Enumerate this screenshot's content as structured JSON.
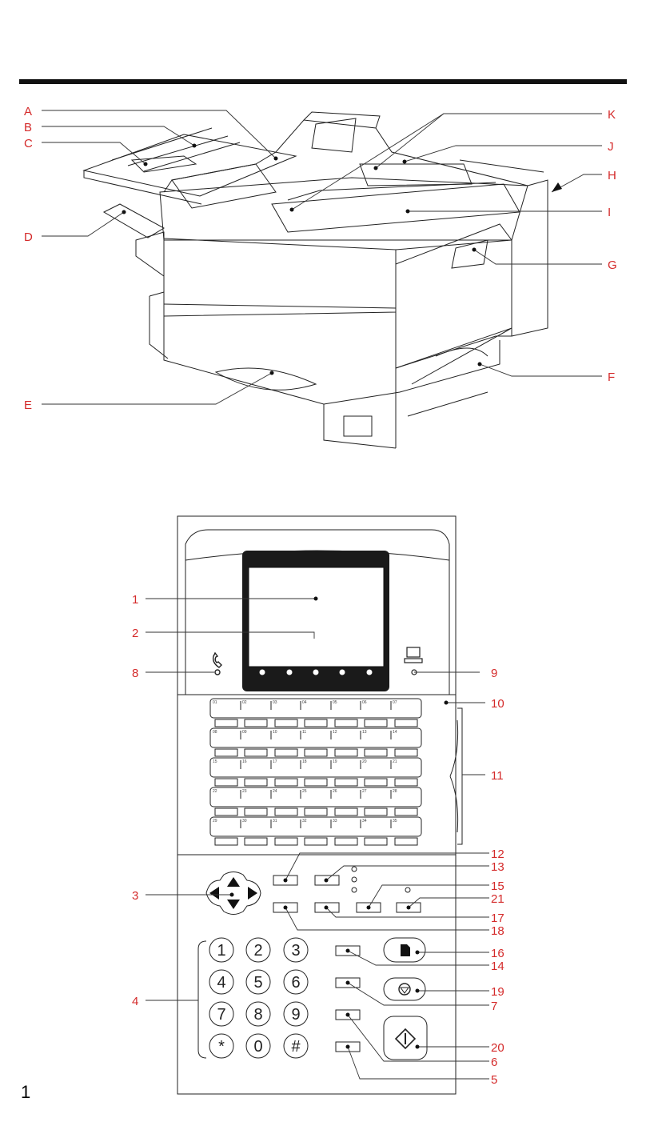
{
  "page_number": "1",
  "colors": {
    "callout": "#d42a2a",
    "ink": "#222222",
    "display": "#1a1a1a"
  },
  "printer_labels": {
    "A": "A",
    "B": "B",
    "C": "C",
    "D": "D",
    "E": "E",
    "F": "F",
    "G": "G",
    "H": "H",
    "I": "I",
    "J": "J",
    "K": "K"
  },
  "panel_labels": {
    "n1": "1",
    "n2": "2",
    "n3": "3",
    "n4": "4",
    "n5": "5",
    "n6": "6",
    "n7": "7",
    "n8": "8",
    "n9": "9",
    "n10": "10",
    "n11": "11",
    "n12": "12",
    "n13": "13",
    "n14": "14",
    "n15": "15",
    "n16": "16",
    "n17": "17",
    "n18": "18",
    "n19": "19",
    "n20": "20",
    "n21": "21"
  },
  "memory_numbers": [
    "01",
    "02",
    "03",
    "04",
    "05",
    "06",
    "07",
    "08",
    "09",
    "10",
    "11",
    "12",
    "13",
    "14",
    "15",
    "16",
    "17",
    "18",
    "19",
    "20",
    "21",
    "22",
    "23",
    "24",
    "25",
    "26",
    "27",
    "28",
    "29",
    "30",
    "31",
    "32",
    "33",
    "34",
    "35"
  ],
  "keypad": [
    "1",
    "2",
    "3",
    "4",
    "5",
    "6",
    "7",
    "8",
    "9",
    "*",
    "0",
    "#"
  ],
  "icons": [
    "handset-icon",
    "fax-status-icon",
    "paper-tray-icon",
    "toner-icon",
    "drum-icon",
    "bell-icon",
    "computer-icon",
    "copy-icon",
    "stop-icon",
    "start-icon"
  ]
}
